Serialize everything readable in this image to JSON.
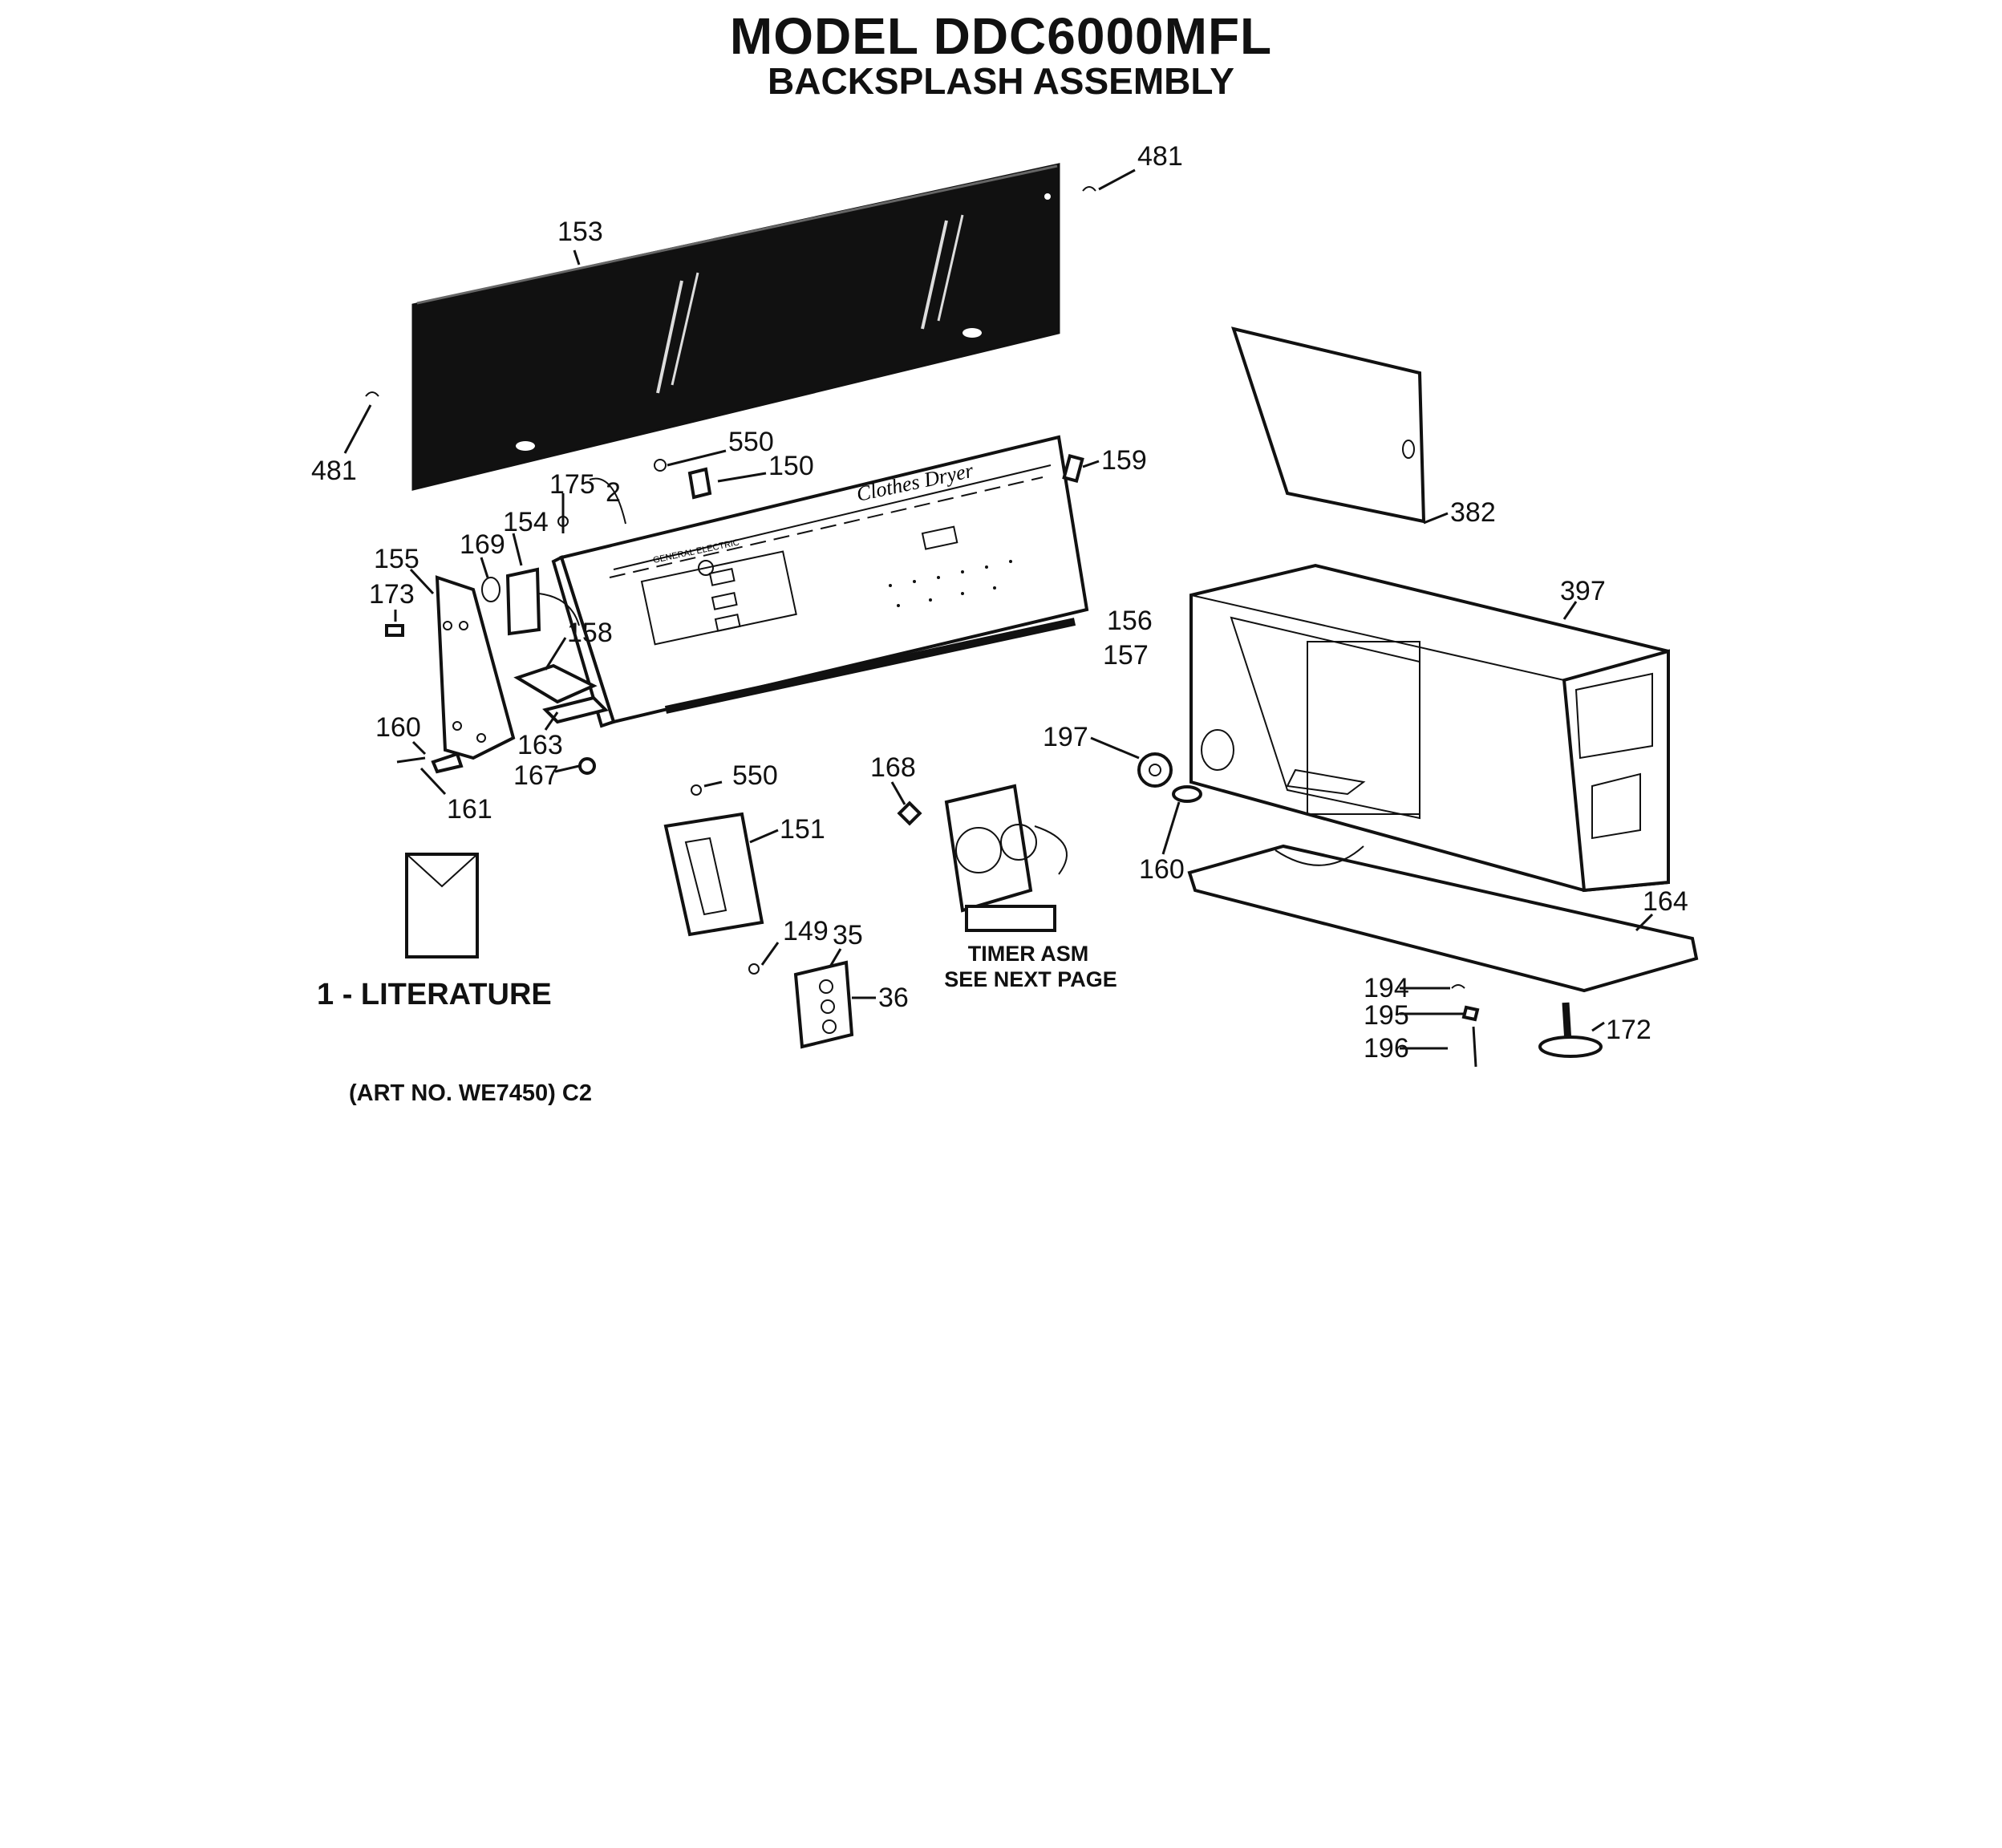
{
  "header": {
    "model": "MODEL DDC6000MFL",
    "assembly": "BACKSPLASH ASSEMBLY"
  },
  "callouts": {
    "p481a": "481",
    "p481b": "481",
    "p153": "153",
    "p550a": "550",
    "p150": "150",
    "p159": "159",
    "p175": "175",
    "p2": "2",
    "p154": "154",
    "p169": "169",
    "p155": "155",
    "p173": "173",
    "p158": "158",
    "p156": "156",
    "p157": "157",
    "p382": "382",
    "p397": "397",
    "p160a": "160",
    "p163": "163",
    "p167": "167",
    "p161": "161",
    "p550b": "550",
    "p168": "168",
    "p197": "197",
    "p151": "151",
    "p160b": "160",
    "p164": "164",
    "p149": "149",
    "p35": "35",
    "p36": "36",
    "p194": "194",
    "p195": "195",
    "p196": "196",
    "p172": "172"
  },
  "notes": {
    "literature": "1 - LITERATURE",
    "timer_1": "TIMER ASM",
    "timer_2": "SEE NEXT PAGE",
    "art_no": "(ART NO. WE7450) C2"
  },
  "panel_text": {
    "brand": "GENERAL ELECTRIC",
    "script": "Clothes Dryer"
  }
}
